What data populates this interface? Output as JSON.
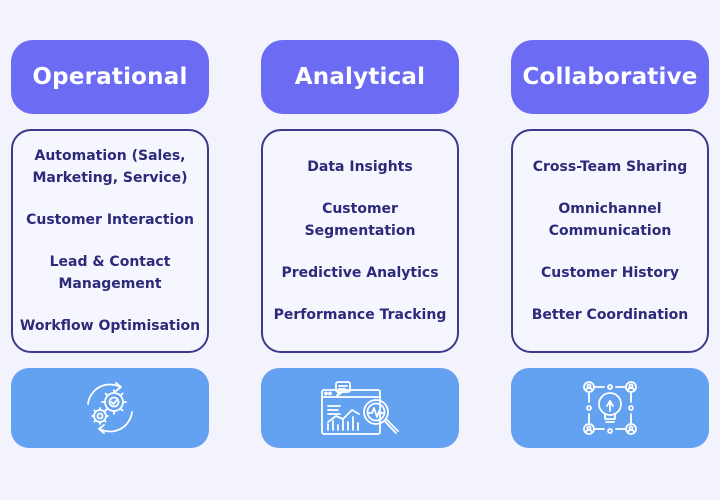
{
  "columns": [
    {
      "title": "Operational",
      "items": [
        [
          "Automation (Sales,",
          "Marketing, Service)"
        ],
        [
          "Customer Interaction"
        ],
        [
          "Lead & Contact",
          "Management"
        ],
        [
          "Workflow Optimisation"
        ]
      ],
      "icon": "gears-cycle-icon"
    },
    {
      "title": "Analytical",
      "items": [
        [
          "Data Insights"
        ],
        [
          "Customer",
          "Segmentation"
        ],
        [
          "Predictive Analytics"
        ],
        [
          "Performance Tracking"
        ]
      ],
      "icon": "analytics-report-icon"
    },
    {
      "title": "Collaborative",
      "items": [
        [
          "Cross-Team Sharing"
        ],
        [
          "Omnichannel",
          "Communication"
        ],
        [
          "Customer History"
        ],
        [
          "Better Coordination"
        ]
      ],
      "icon": "idea-network-icon"
    }
  ],
  "colors": {
    "header": "#6b6cf3",
    "box_border": "#3d3a8c",
    "text": "#2c2a7a",
    "icon_box": "#63a1f1",
    "background": "#f3f3fd"
  }
}
